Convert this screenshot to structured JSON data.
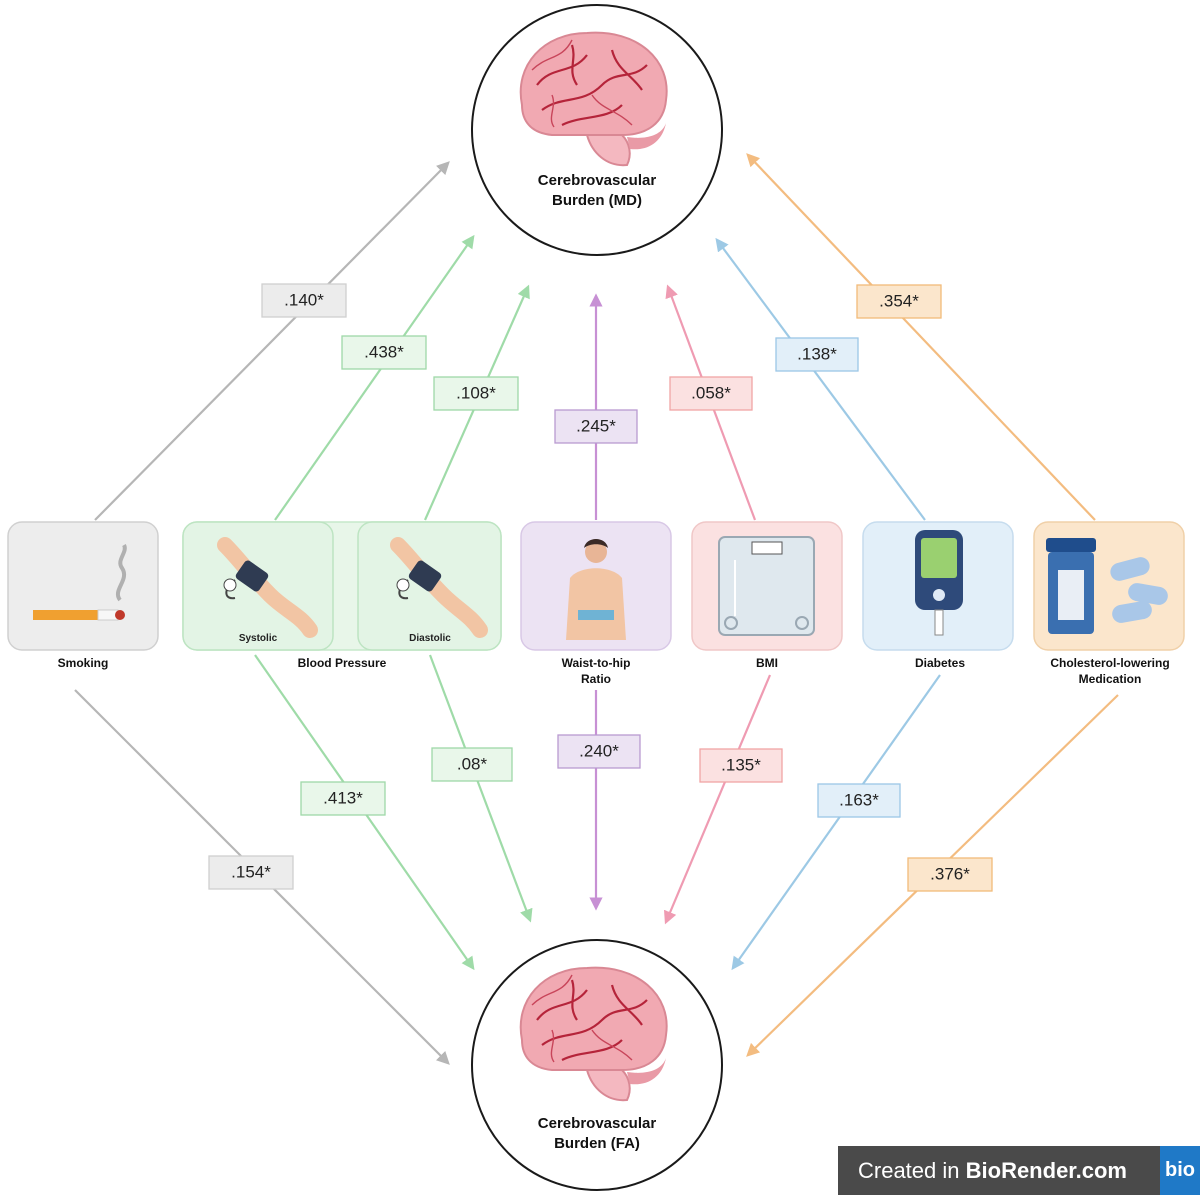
{
  "outcomes": {
    "md": {
      "line1": "Cerebrovascular",
      "line2": "Burden (MD)"
    },
    "fa": {
      "line1": "Cerebrovascular",
      "line2": "Burden (FA)"
    }
  },
  "factors": {
    "smoking": {
      "label": "Smoking",
      "color": "#9e9e9e",
      "bg": "#ededed"
    },
    "blood_pressure": {
      "label": "Blood Pressure",
      "systolic": "Systolic",
      "diastolic": "Diastolic",
      "color": "#8fd39a",
      "bg": "#e8f6e9"
    },
    "whr": {
      "line1": "Waist-to-hip",
      "line2": "Ratio",
      "color": "#c07ccf",
      "bg": "#ece3f3"
    },
    "bmi": {
      "label": "BMI",
      "color": "#ee8aa6",
      "bg": "#fbe1e1"
    },
    "diabetes": {
      "label": "Diabetes",
      "color": "#8ec3e2",
      "bg": "#e2eff9"
    },
    "chol": {
      "line1": "Cholesterol-lowering",
      "line2": "Medication",
      "color": "#f2b26a",
      "bg": "#fbe6cc"
    }
  },
  "coefficients": {
    "smoking_md": ".140*",
    "systolic_md": ".438*",
    "diastolic_md": ".108*",
    "whr_md": ".245*",
    "bmi_md": ".058*",
    "diabetes_md": ".138*",
    "chol_md": ".354*",
    "smoking_fa": ".154*",
    "systolic_fa": ".413*",
    "diastolic_fa": ".08*",
    "whr_fa": ".240*",
    "bmi_fa": ".135*",
    "diabetes_fa": ".163*",
    "chol_fa": ".376*"
  },
  "watermark": {
    "prefix": "Created in ",
    "brand": "BioRender.com",
    "logo": "bio"
  },
  "icons": {
    "outcome": "brain-icon",
    "smoking": "cigarette-icon",
    "systolic": "blood-pressure-cuff-icon",
    "diastolic": "blood-pressure-cuff-icon",
    "whr": "torso-icon",
    "bmi": "scale-icon",
    "diabetes": "glucometer-icon",
    "chol": "pill-bottle-icon"
  }
}
